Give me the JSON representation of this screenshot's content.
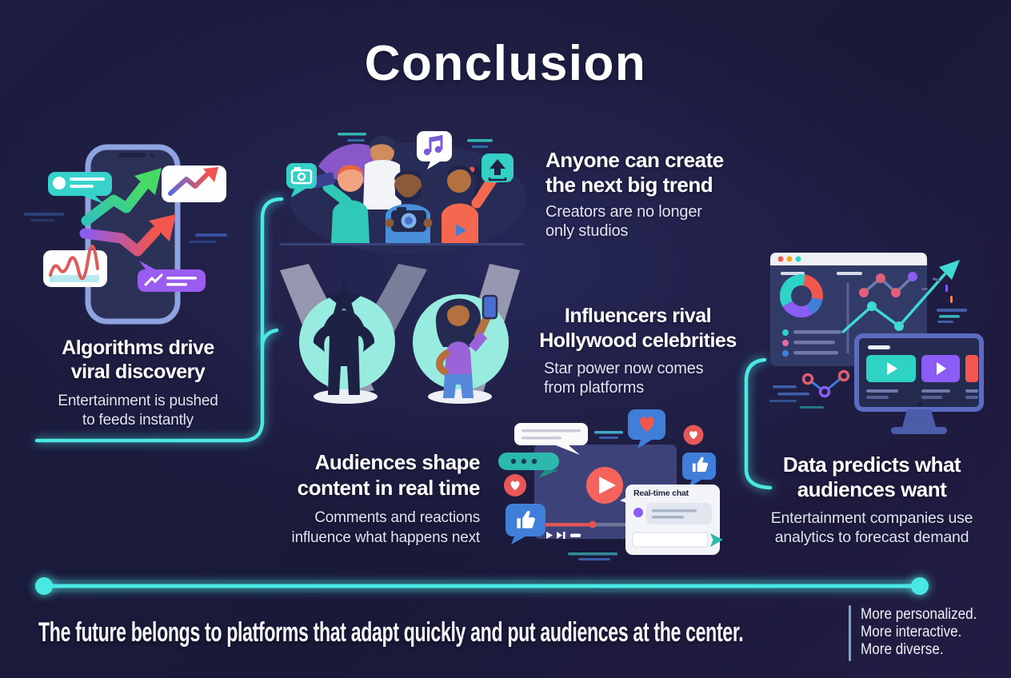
{
  "title": "Conclusion",
  "sections": {
    "algorithms": {
      "h1": "Algorithms drive",
      "h2": "viral discovery",
      "s1": "Entertainment is pushed",
      "s2": "to feeds instantly"
    },
    "creators": {
      "h1": "Anyone can create",
      "h2": "the next big trend",
      "s1": "Creators are no longer",
      "s2": "only studios"
    },
    "influencers": {
      "h1": "Influencers rival",
      "h2": "Hollywood celebrities",
      "s1": "Star power now comes",
      "s2": "from platforms"
    },
    "audiences": {
      "h1": "Audiences shape",
      "h2": "content in real time",
      "s1": "Comments and reactions",
      "s2": "influence what happens next"
    },
    "data": {
      "h1": "Data predicts what",
      "h2": "audiences want",
      "s1": "Entertainment companies use",
      "s2": "analytics to forecast demand"
    }
  },
  "video_player": {
    "chat_title": "Real-time chat"
  },
  "footer": {
    "statement": "The future belongs to platforms that adapt quickly and put audiences at the center.",
    "bullet1": "More personalized.",
    "bullet2": "More interactive.",
    "bullet3": "More diverse."
  },
  "icons": {
    "chat_bubble": "speech-bubble",
    "camera": "camera",
    "music_note": "eighth-notes",
    "upload": "upload-arrow-with-tray",
    "play": "play-triangle",
    "heart": "heart",
    "thumbs_up": "thumbs-up",
    "send": "send-arrow",
    "browser_dots": "traffic-light-dots",
    "trend_arrow": "up-right-arrow"
  },
  "colors": {
    "background": "#1c1c3e",
    "accent_cyan": "#4ae8e2",
    "teal": "#2ed3c6",
    "coral": "#f2564d",
    "purple": "#8b5cf6",
    "blue": "#3f7fd9",
    "mint_circle": "#97ecdf",
    "heading_text": "#ffffff",
    "subtext": "#dfe3f2"
  }
}
